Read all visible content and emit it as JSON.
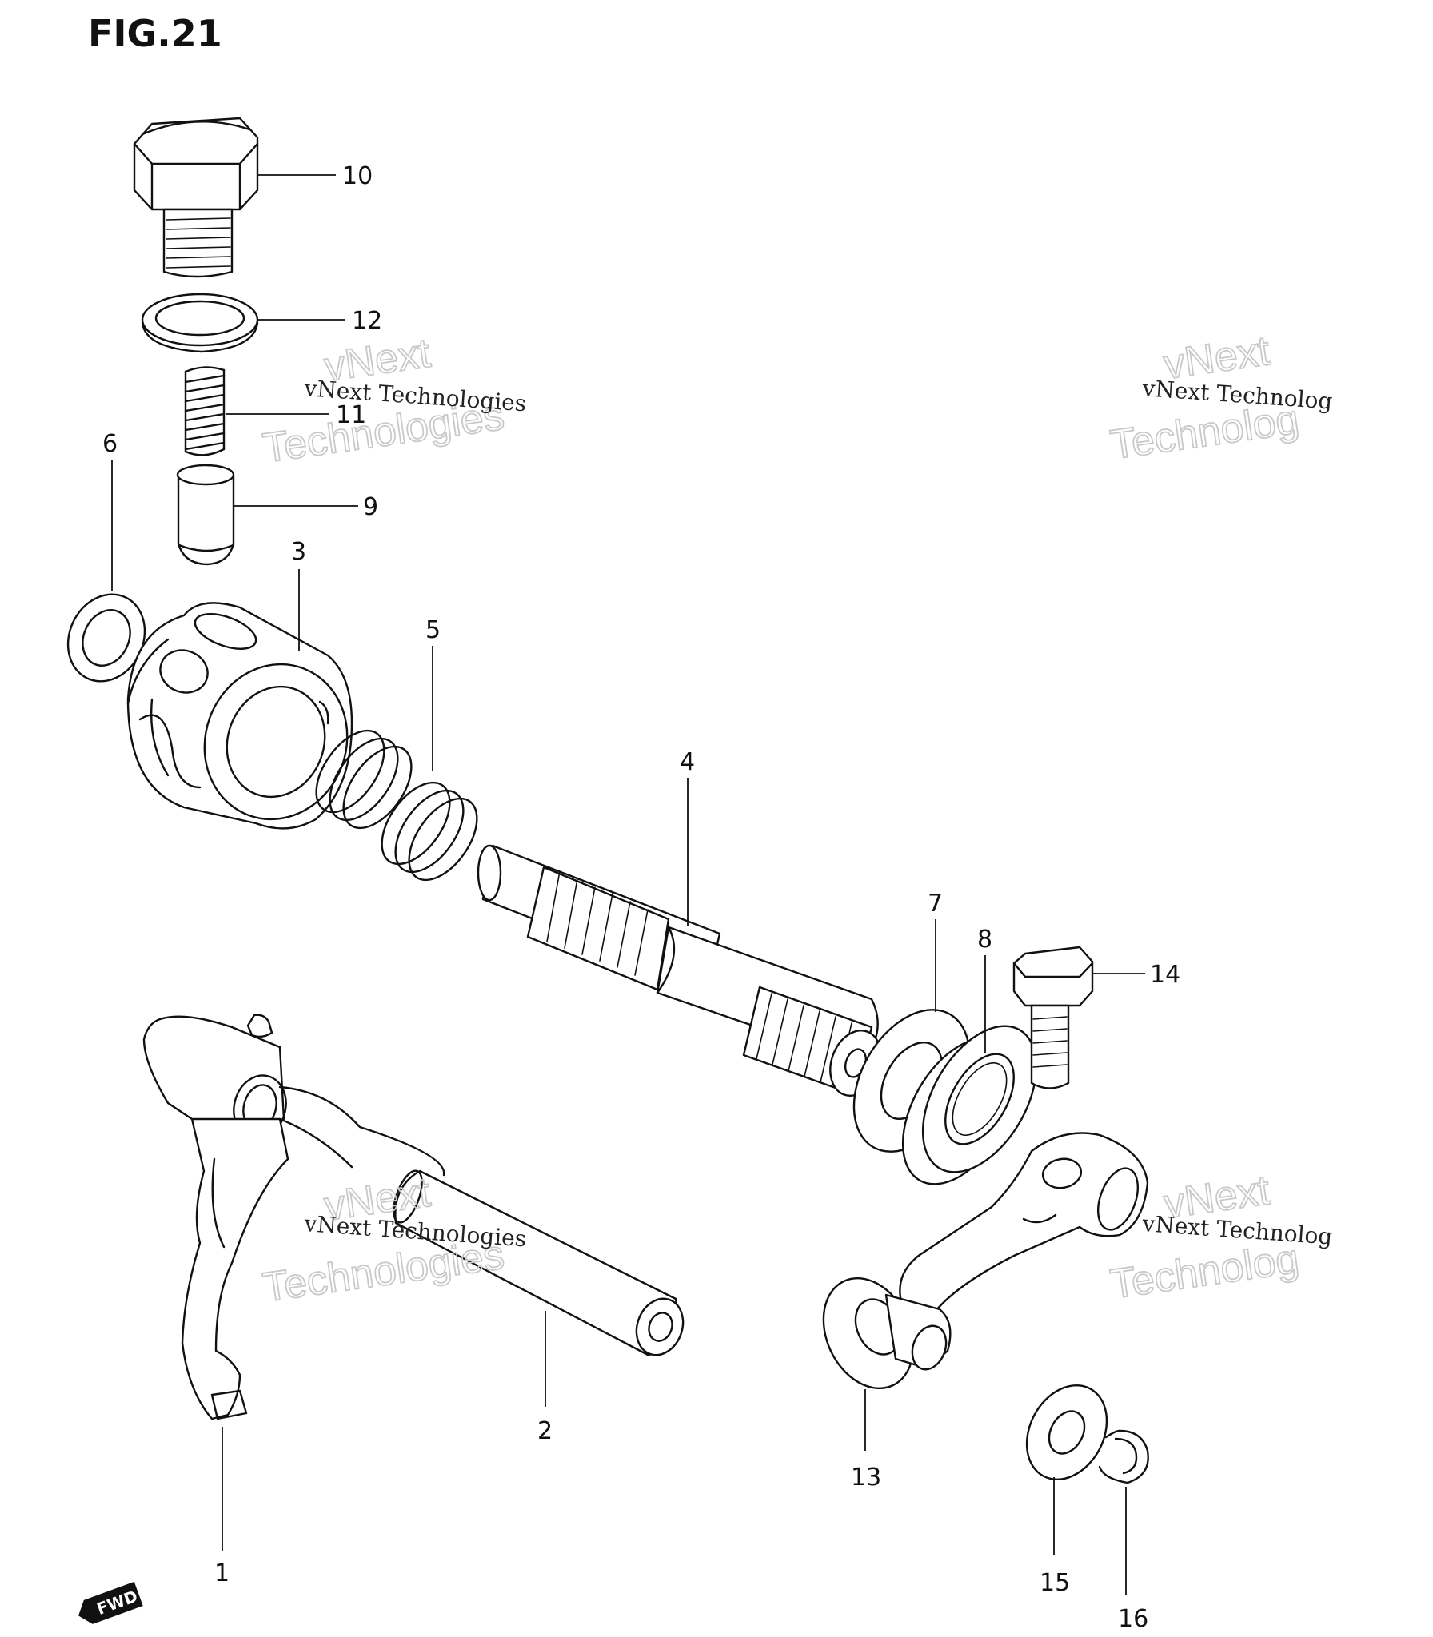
{
  "figure_label": "FIG.21",
  "fwd_label": "FWD",
  "watermark": {
    "line1": "vNext Technologies",
    "big_top": "vNext",
    "big_bottom": "Technologies",
    "line1_clipped": "vNext Technolog",
    "big_bottom_clipped": "Technolog"
  },
  "callouts": {
    "c1": "1",
    "c2": "2",
    "c3": "3",
    "c4": "4",
    "c5": "5",
    "c6": "6",
    "c7": "7",
    "c8": "8",
    "c9": "9",
    "c10": "10",
    "c11": "11",
    "c12": "12",
    "c13": "13",
    "c14": "14",
    "c15": "15",
    "c16": "16"
  }
}
